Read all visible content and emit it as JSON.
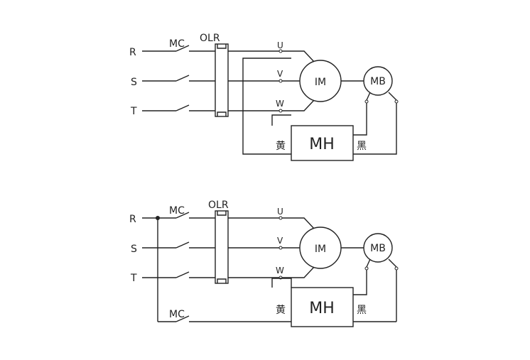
{
  "diagrams": [
    {
      "phases": [
        "R",
        "S",
        "T"
      ],
      "contactor": "MC",
      "overload_relay": "OLR",
      "terminals": [
        "U",
        "V",
        "W"
      ],
      "motor": "IM",
      "brake": "MB",
      "rectifier": "MH",
      "wire_left": "黄",
      "wire_right": "黑"
    },
    {
      "phases": [
        "R",
        "S",
        "T"
      ],
      "contactor": "MC",
      "overload_relay": "OLR",
      "terminals": [
        "U",
        "V",
        "W"
      ],
      "motor": "IM",
      "brake": "MB",
      "rectifier": "MH",
      "wire_left": "黄",
      "wire_right": "黑",
      "aux_contactor": "MC"
    }
  ]
}
